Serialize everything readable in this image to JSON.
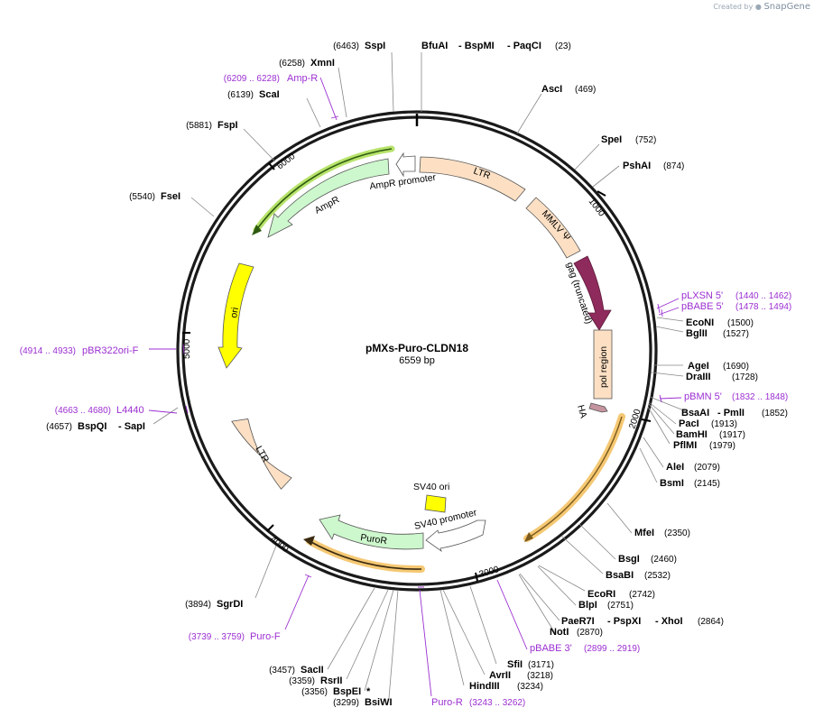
{
  "credit": {
    "prefix": "Created by",
    "brand": "SnapGene"
  },
  "plasmid": {
    "name": "pMXs-Puro-CLDN18",
    "size": "6559 bp"
  },
  "ticks": [
    "1000",
    "2000",
    "3000",
    "4000",
    "5000",
    "6000"
  ],
  "features": [
    {
      "label": "LTR"
    },
    {
      "label": "MMLV Ψ"
    },
    {
      "label": "gag (truncated)"
    },
    {
      "label": "pol region"
    },
    {
      "label": "HA"
    },
    {
      "label": "SV40 ori"
    },
    {
      "label": "SV40 promoter"
    },
    {
      "label": "PuroR"
    },
    {
      "label": "LTR"
    },
    {
      "label": "ori"
    },
    {
      "label": "AmpR"
    },
    {
      "label": "AmpR promoter"
    }
  ],
  "enzymes": [
    {
      "name": "SspI",
      "pos": "(6463)"
    },
    {
      "name": "BfuAI",
      "pos": ""
    },
    {
      "name": "- BspMI",
      "pos": ""
    },
    {
      "name": "- PaqCI",
      "pos": "(23)"
    },
    {
      "name": "XmnI",
      "pos": "(6258)"
    },
    {
      "name": "ScaI",
      "pos": "(6139)"
    },
    {
      "name": "AscI",
      "pos": "(469)"
    },
    {
      "name": "FspI",
      "pos": "(5881)"
    },
    {
      "name": "SpeI",
      "pos": "(752)"
    },
    {
      "name": "PshAI",
      "pos": "(874)"
    },
    {
      "name": "FseI",
      "pos": "(5540)"
    },
    {
      "name": "EcoNI",
      "pos": "(1500)"
    },
    {
      "name": "BglII",
      "pos": "(1527)"
    },
    {
      "name": "AgeI",
      "pos": "(1690)"
    },
    {
      "name": "DraIII",
      "pos": "(1728)"
    },
    {
      "name": "BsaAI",
      "pos": ""
    },
    {
      "name": "- PmlI",
      "pos": "(1852)"
    },
    {
      "name": "PacI",
      "pos": "(1913)"
    },
    {
      "name": "BamHI",
      "pos": "(1917)"
    },
    {
      "name": "PflMI",
      "pos": "(1979)"
    },
    {
      "name": "BspQI",
      "pos": "(4657)"
    },
    {
      "name": "- SapI",
      "pos": ""
    },
    {
      "name": "AleI",
      "pos": "(2079)"
    },
    {
      "name": "BsmI",
      "pos": "(2145)"
    },
    {
      "name": "MfeI",
      "pos": "(2350)"
    },
    {
      "name": "BsgI",
      "pos": "(2460)"
    },
    {
      "name": "BsaBI",
      "pos": "(2532)"
    },
    {
      "name": "EcoRI",
      "pos": "(2742)"
    },
    {
      "name": "BlpI",
      "pos": "(2751)"
    },
    {
      "name": "PaeR7I",
      "pos": ""
    },
    {
      "name": "- PspXI",
      "pos": ""
    },
    {
      "name": "- XhoI",
      "pos": "(2864)"
    },
    {
      "name": "NotI",
      "pos": "(2870)"
    },
    {
      "name": "SgrDI",
      "pos": "(3894)"
    },
    {
      "name": "SfiI",
      "pos": "(3171)"
    },
    {
      "name": "AvrII",
      "pos": "(3218)"
    },
    {
      "name": "HindIII",
      "pos": "(3234)"
    },
    {
      "name": "SacII",
      "pos": "(3457)"
    },
    {
      "name": "RsrII",
      "pos": "(3359)"
    },
    {
      "name": "BspEI",
      "pos": "(3356)"
    },
    {
      "name": "*",
      "pos": ""
    },
    {
      "name": "BsiWI",
      "pos": "(3299)"
    }
  ],
  "primers": [
    {
      "name": "Amp-R",
      "pos": "(6209 .. 6228)"
    },
    {
      "name": "pLXSN 5'",
      "pos": "(1440 .. 1462)"
    },
    {
      "name": "pBABE 5'",
      "pos": "(1478 .. 1494)"
    },
    {
      "name": "pBR322ori-F",
      "pos": "(4914 .. 4933)"
    },
    {
      "name": "pBMN 5'",
      "pos": "(1832 .. 1848)"
    },
    {
      "name": "L4440",
      "pos": "(4663 .. 4680)"
    },
    {
      "name": "Puro-F",
      "pos": "(3739 .. 3759)"
    },
    {
      "name": "pBABE 3'",
      "pos": "(2899 .. 2919)"
    },
    {
      "name": "Puro-R",
      "pos": "(3243 .. 3262)"
    }
  ],
  "colors": {
    "backbone": "#1a1a1a",
    "ltr": "#fde0c4",
    "gag": "#8f2a5c",
    "ha": "#c4949f",
    "ori": "#ffff00",
    "marker": "#cdf7cd",
    "promoter": "#ffffff",
    "highlight": "#f5c873",
    "primer": "#9b2fd1"
  }
}
